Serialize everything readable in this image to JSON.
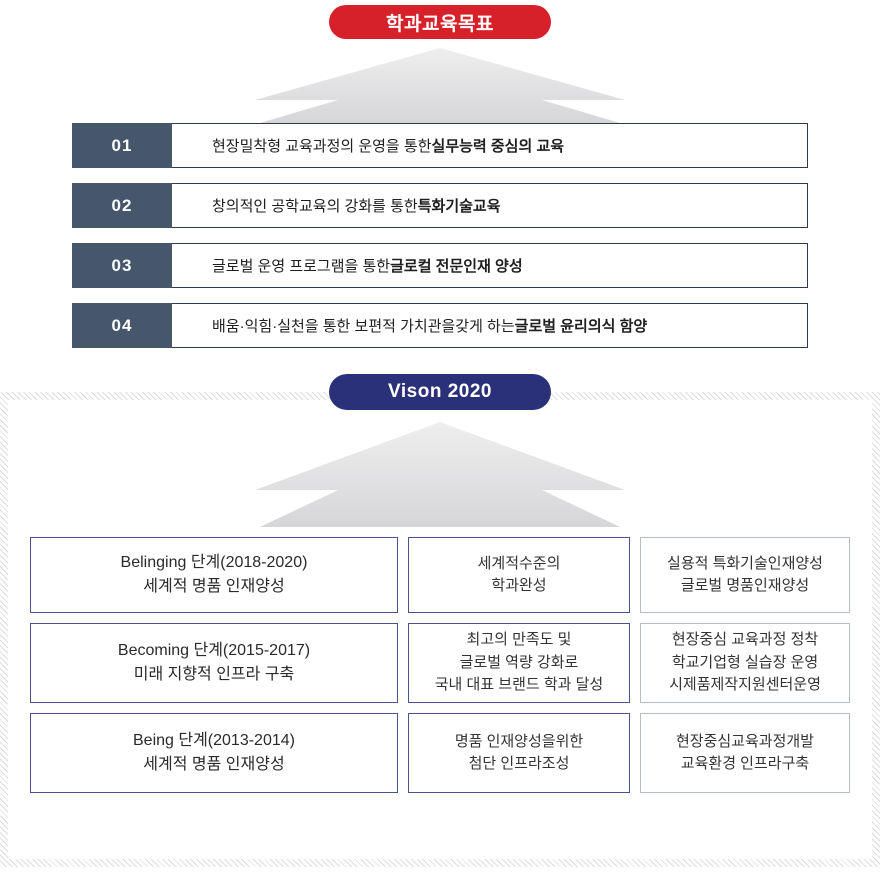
{
  "colors": {
    "badge_red": "#d6212b",
    "badge_navy": "#2b3178",
    "number_box": "#46566b",
    "row_border": "#2e3a50",
    "grid_border_navy": "#47548a",
    "grid_border_gray": "#b6bdc7",
    "arrow_fill": "#e0e0e2"
  },
  "goals": {
    "badge": "학과교육목표",
    "items": [
      {
        "num": "01",
        "normal": "현장밀착형 교육과정의 운영을 통한 ",
        "bold": "실무능력 중심의 교육"
      },
      {
        "num": "02",
        "normal": "창의적인 공학교육의 강화를 통한 ",
        "bold": "특화기술교육"
      },
      {
        "num": "03",
        "normal": "글로벌 운영 프로그램을 통한 ",
        "bold": "글로컬 전문인재 양성"
      },
      {
        "num": "04",
        "normal": "배움·익힘·실천을 통한 보편적 가치관을갖게 하는",
        "bold": "글로벌 윤리의식 함양"
      }
    ]
  },
  "vision": {
    "badge": "Vison 2020",
    "rows": [
      {
        "stage": [
          "Belinging 단계(2018-2020)",
          "세계적 명품 인재양성"
        ],
        "goal": [
          "세계적수준의",
          "학과완성"
        ],
        "detail": [
          "실용적 특화기술인재양성",
          "글로벌 명품인재양성"
        ]
      },
      {
        "stage": [
          "Becoming 단계(2015-2017)",
          "미래 지향적 인프라 구축"
        ],
        "goal": [
          "최고의 만족도 및",
          "글로벌 역량 강화로",
          "국내 대표 브랜드 학과 달성"
        ],
        "detail": [
          "현장중심 교육과정 정착",
          "학교기업형 실습장 운영",
          "시제품제작지원센터운영"
        ]
      },
      {
        "stage": [
          "Being 단계(2013-2014)",
          "세계적 명품 인재양성"
        ],
        "goal": [
          "명품 인재양성을위한",
          "첨단 인프라조성"
        ],
        "detail": [
          "현장중심교육과정개발",
          "교육환경 인프라구축"
        ]
      }
    ]
  }
}
